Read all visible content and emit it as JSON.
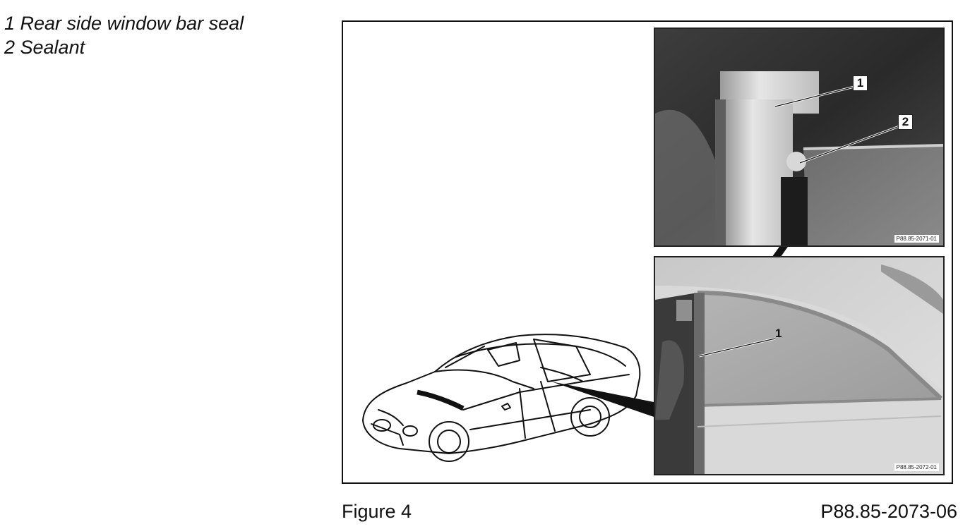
{
  "legend": {
    "item1": "1 Rear side window bar seal",
    "item2": "2 Sealant"
  },
  "photo_top": {
    "code": "P88.85-2071-01",
    "callout1": "1",
    "callout2": "2"
  },
  "photo_bottom": {
    "code": "P88.85-2072-01",
    "callout1": "1"
  },
  "caption": {
    "figure_label": "Figure 4",
    "figure_code": "P88.85-2073-06"
  }
}
